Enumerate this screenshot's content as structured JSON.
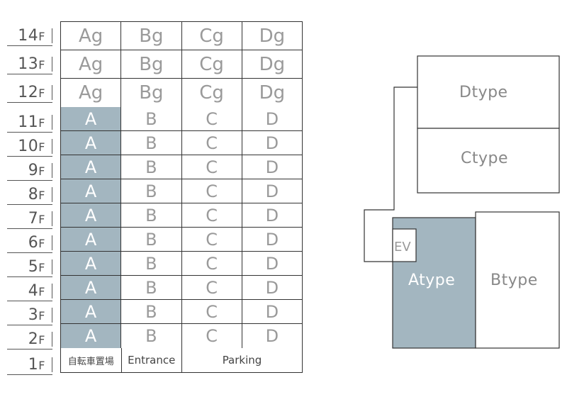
{
  "floors": [
    "14F",
    "13F",
    "12F",
    "11F",
    "10F",
    "9F",
    "8F",
    "7F",
    "6F",
    "5F",
    "4F",
    "3F",
    "2F",
    "1F"
  ],
  "upper_rows": [
    [
      "Ag",
      "Bg",
      "Cg",
      "Dg"
    ],
    [
      "Ag",
      "Bg",
      "Cg",
      "Dg"
    ],
    [
      "Ag",
      "Bg",
      "Cg",
      "Dg"
    ]
  ],
  "mid_rows": [
    [
      "A",
      "B",
      "C",
      "D"
    ],
    [
      "A",
      "B",
      "C",
      "D"
    ],
    [
      "A",
      "B",
      "C",
      "D"
    ],
    [
      "A",
      "B",
      "C",
      "D"
    ],
    [
      "A",
      "B",
      "C",
      "D"
    ],
    [
      "A",
      "B",
      "C",
      "D"
    ],
    [
      "A",
      "B",
      "C",
      "D"
    ],
    [
      "A",
      "B",
      "C",
      "D"
    ],
    [
      "A",
      "B",
      "C",
      "D"
    ],
    [
      "A",
      "B",
      "C",
      "D"
    ]
  ],
  "ground_row": {
    "bicycle": "自転車置場",
    "entrance": "Entrance",
    "parking": "Parking"
  },
  "plan": {
    "dtype": "Dtype",
    "ctype": "Ctype",
    "atype": "Atype",
    "btype": "Btype",
    "ev": "EV"
  },
  "colors": {
    "highlight": "#a3b6c0",
    "line": "#333333",
    "text": "#9a9a9a"
  }
}
